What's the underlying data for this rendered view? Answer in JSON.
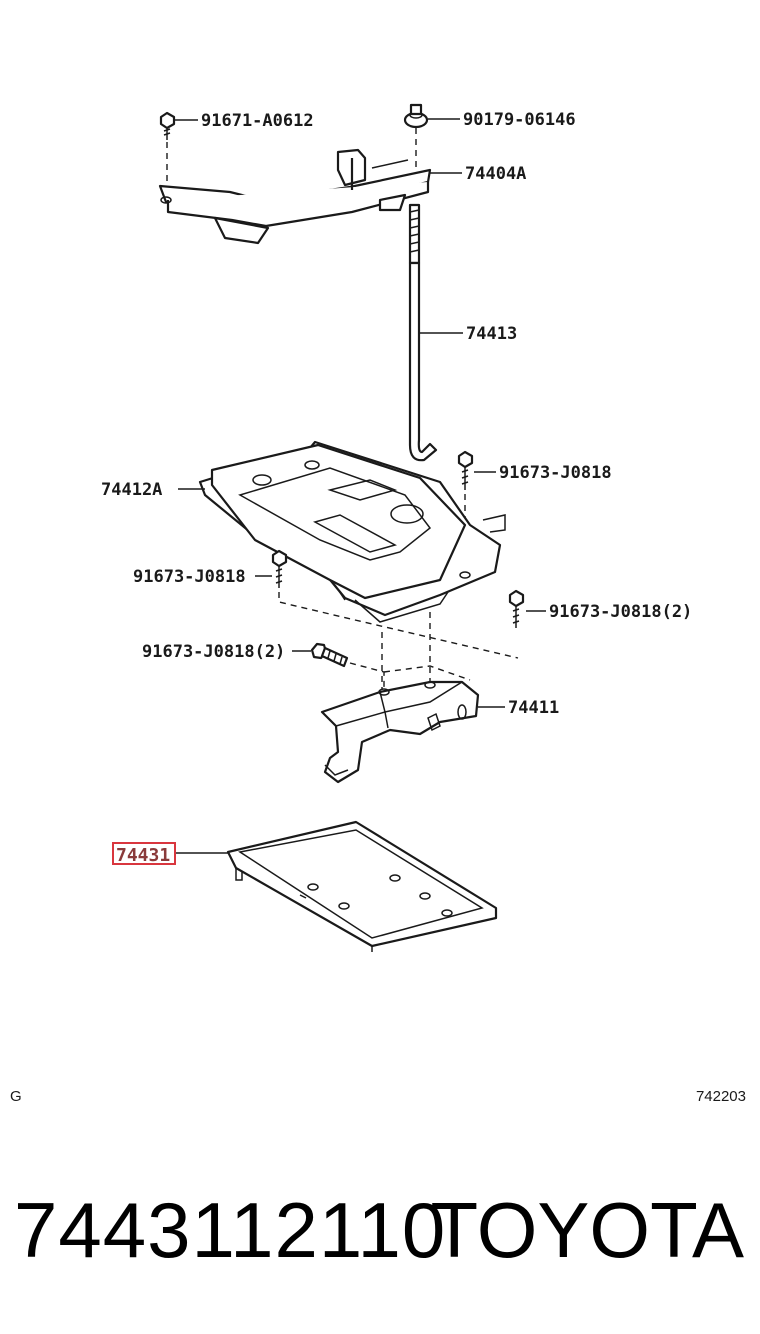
{
  "diagram": {
    "labels": {
      "bolt_top_left": "91671-A0612",
      "nut_top": "90179-06146",
      "clamp": "74404A",
      "rod": "74413",
      "tray_upper": "74412A",
      "bolt_upper_right": "91673-J0818",
      "bolt_mid_left": "91673-J0818",
      "bolt_right": "91673-J0818(2)",
      "bolt_lower_left": "91673-J0818(2)",
      "bracket": "74411",
      "tray_lower": "74431"
    },
    "highlighted": "tray_lower",
    "highlight_color": "#d9363e"
  },
  "footer": {
    "left_code": "G",
    "right_code": "742203",
    "part_number": "7443112110",
    "brand": "TOYOTA"
  }
}
